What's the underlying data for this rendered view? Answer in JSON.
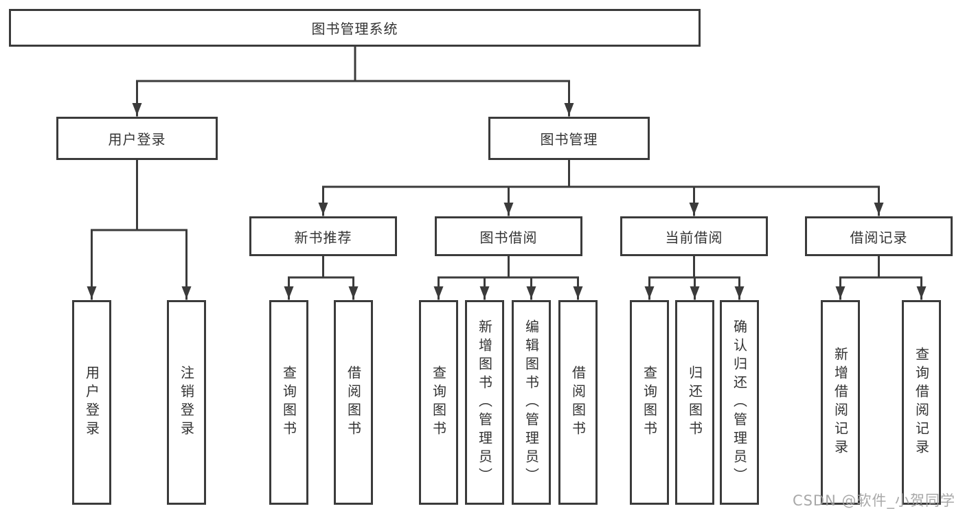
{
  "page": {
    "background": "#ffffff",
    "line_color": "#3b3b3b",
    "text_color": "#333333",
    "watermark_color": "#9e9e9e"
  },
  "tree": {
    "root": {
      "label": "图书管理系统"
    },
    "branches": [
      {
        "label": "用户登录",
        "children": [
          {
            "label": "用户登录"
          },
          {
            "label": "注销登录"
          }
        ]
      },
      {
        "label": "图书管理",
        "groups": [
          {
            "label": "新书推荐",
            "children": [
              {
                "label": "查询图书"
              },
              {
                "label": "借阅图书"
              }
            ]
          },
          {
            "label": "图书借阅",
            "children": [
              {
                "label": "查询图书"
              },
              {
                "label": "新增图书（管理员）"
              },
              {
                "label": "编辑图书（管理员）"
              },
              {
                "label": "借阅图书"
              }
            ]
          },
          {
            "label": "当前借阅",
            "children": [
              {
                "label": "查询图书"
              },
              {
                "label": "归还图书"
              },
              {
                "label": "确认归还（管理员）"
              }
            ]
          },
          {
            "label": "借阅记录",
            "children": [
              {
                "label": "新增借阅记录"
              },
              {
                "label": "查询借阅记录"
              }
            ]
          }
        ]
      }
    ]
  },
  "watermark": {
    "text": "CSDN @软件_小贺同学"
  }
}
